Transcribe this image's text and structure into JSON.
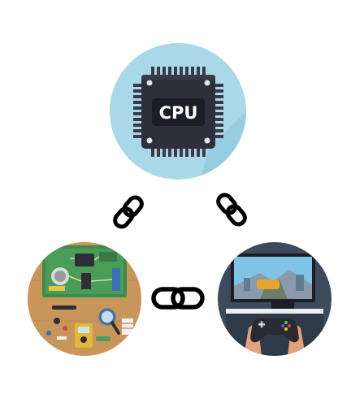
{
  "diagram": {
    "cpu_node": {
      "chip_label": "CPU",
      "background": "#a9d8e8",
      "chip_color": "#2f2f3a",
      "pin_color": "#3a3a46"
    },
    "electronics_node": {
      "background": "#c8965a",
      "board_color": "#3f8a4d"
    },
    "gaming_node": {
      "background": "#d9e6ef",
      "wall_color": "#3c4a5c",
      "screen_sky": "#7fc3e6"
    },
    "links": [
      {
        "from": "cpu_node",
        "to": "electronics_node",
        "icon": "chain-link-icon"
      },
      {
        "from": "cpu_node",
        "to": "gaming_node",
        "icon": "chain-link-icon"
      },
      {
        "from": "electronics_node",
        "to": "gaming_node",
        "icon": "chain-link-icon"
      }
    ]
  }
}
